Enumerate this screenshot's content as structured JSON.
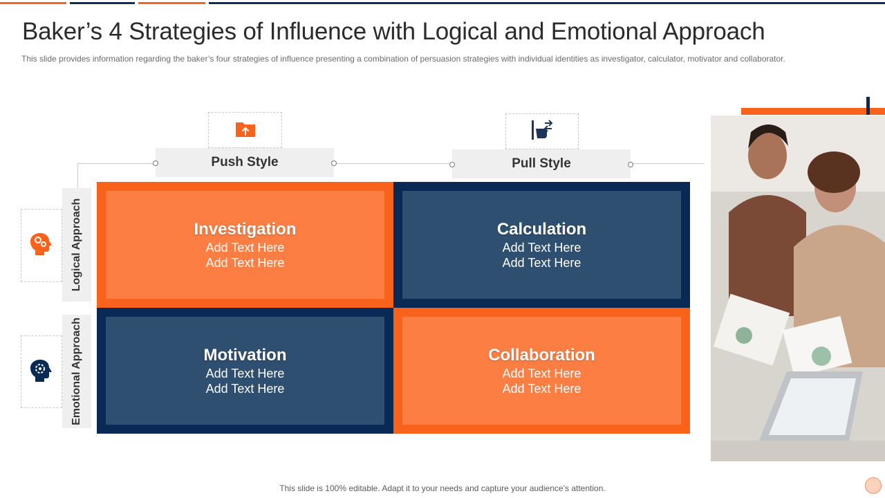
{
  "slide": {
    "title": "Baker’s 4 Strategies of Influence with Logical and Emotional Approach",
    "subtitle": "This slide provides information regarding the baker’s four strategies of influence presenting a combination of persuasion strategies with individual identities as investigator, calculator, motivator and collaborator.",
    "footer": "This slide is 100% editable. Adapt it to your needs and capture your audience’s attention."
  },
  "columns": [
    {
      "label": "Push Style",
      "icon": "folder-upload-icon"
    },
    {
      "label": "Pull Style",
      "icon": "hand-pull-icon"
    }
  ],
  "rows": [
    {
      "label": "Logical Approach",
      "icon": "head-gears-icon"
    },
    {
      "label": "Emotional Approach",
      "icon": "head-gear-icon"
    }
  ],
  "quadrants": [
    {
      "title": "Investigation",
      "line1": "Add Text Here",
      "line2": "Add Text Here"
    },
    {
      "title": "Calculation",
      "line1": "Add Text Here",
      "line2": "Add Text Here"
    },
    {
      "title": "Motivation",
      "line1": "Add Text Here",
      "line2": "Add Text Here"
    },
    {
      "title": "Collaboration",
      "line1": "Add Text Here",
      "line2": "Add Text Here"
    }
  ],
  "colors": {
    "accent_orange": "#f8621a",
    "light_orange": "#fd7e42",
    "navy": "#092a54",
    "slate_blue": "#2f4f71"
  }
}
